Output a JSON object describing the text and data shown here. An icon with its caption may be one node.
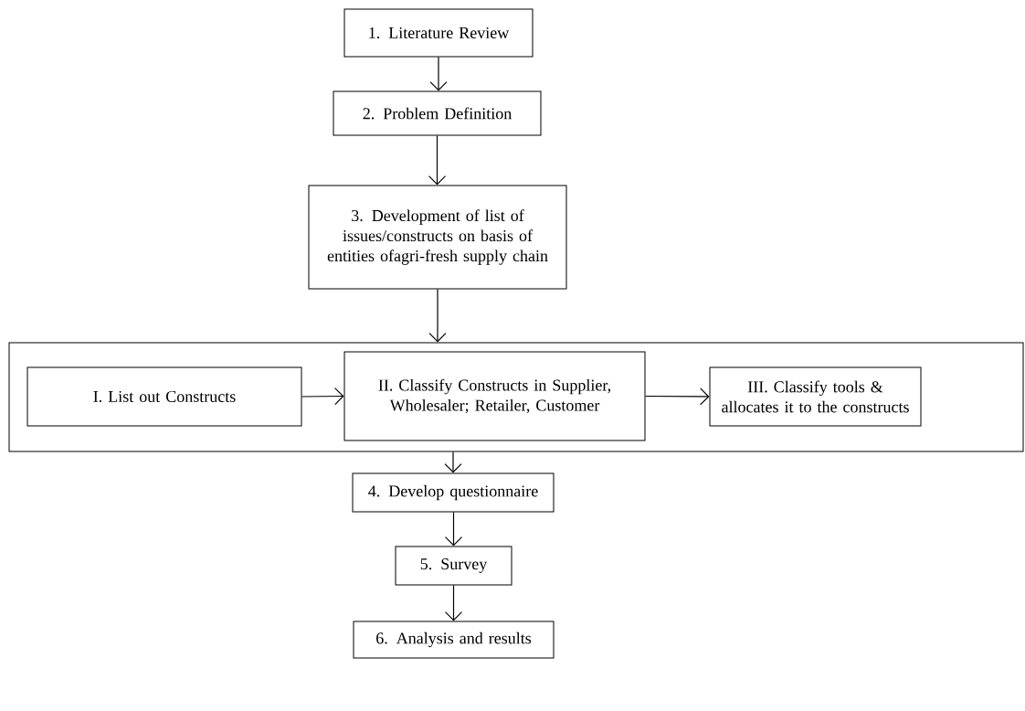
{
  "diagram": {
    "nodes": [
      {
        "text": [
          "1. Literature Review"
        ]
      },
      {
        "text": [
          "2. Problem Definition"
        ]
      },
      {
        "text": [
          "3. Development of list of issues/constructs on basis of entities ofagri-fresh supply chain"
        ]
      },
      {
        "text": [],
        "shape": "box"
      },
      {
        "text": [
          "I. List out Constructs"
        ],
        "in": 3
      },
      {
        "text": [
          "II. Classify Constructs in Supplier, Wholesaler; Retailer, Customer"
        ],
        "in": 3
      },
      {
        "text": [
          "III. Classify tools & allocates it to the constructs"
        ],
        "in": 3
      },
      {
        "text": [
          "4. Develop questionnaire"
        ]
      },
      {
        "text": [
          "5. Survey"
        ]
      },
      {
        "text": [
          "6. Analysis and results"
        ]
      }
    ],
    "edges": [
      {
        "from": 0,
        "to": 1,
        "arrow": "to"
      },
      {
        "from": 1,
        "to": 2,
        "arrow": "to"
      },
      {
        "from": 2,
        "to": 3,
        "arrow": "to"
      },
      {
        "from": 4,
        "to": 5,
        "arrow": "to"
      },
      {
        "from": 5,
        "to": 6,
        "arrow": "to"
      },
      {
        "from": 3,
        "to": 7,
        "arrow": "to"
      },
      {
        "from": 7,
        "to": 8,
        "arrow": "to"
      },
      {
        "from": 8,
        "to": 9,
        "arrow": "to"
      }
    ]
  }
}
